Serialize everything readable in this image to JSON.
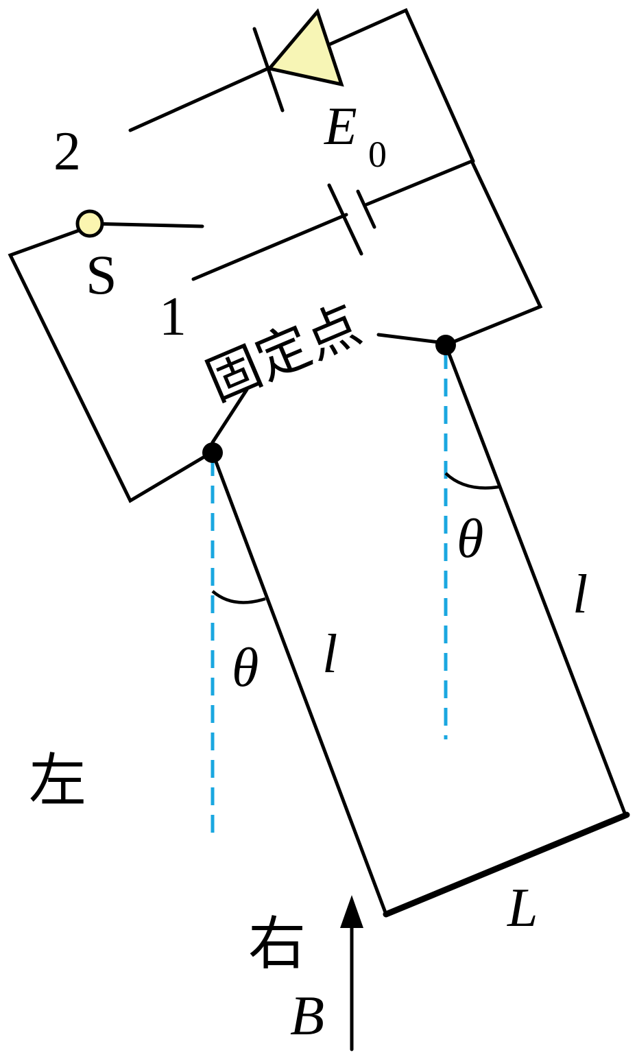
{
  "labels": {
    "switch_name": "S",
    "contact_1": "1",
    "contact_2": "2",
    "source": "E",
    "source_subscript": "0",
    "fixed_point": "固定点",
    "left": "左",
    "right": "右",
    "angle_left": "θ",
    "angle_right": "θ",
    "length_left": "l",
    "length_right": "l",
    "rod_length": "L",
    "field": "B"
  },
  "colors": {
    "wire": "#000000",
    "diode_fill": "#f7f5b5",
    "switch_fill": "#fbf5b0",
    "plumb_line": "#1aa7e0"
  }
}
